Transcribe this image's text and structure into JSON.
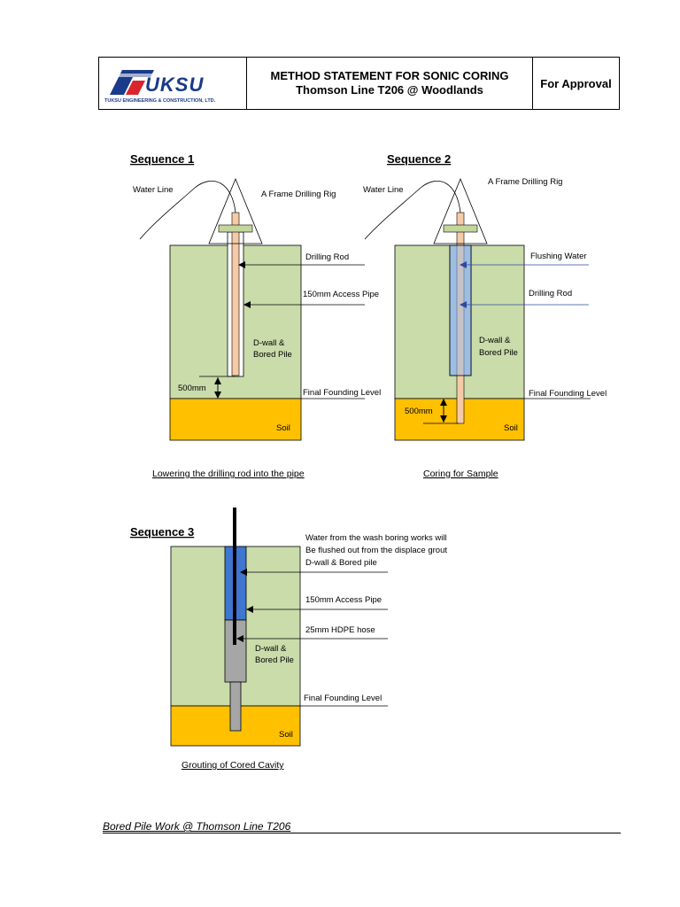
{
  "header": {
    "logo_brand": "UKSU",
    "company": "TUKSU ENGINEERING & CONSTRUCTION, LTD.",
    "title_line1": "METHOD STATEMENT FOR SONIC CORING",
    "title_line2": "Thomson Line T206 @ Woodlands",
    "status": "For Approval"
  },
  "sequence1": {
    "title": "Sequence 1",
    "water_line": "Water Line",
    "rig": "A Frame Drilling Rig",
    "drilling_rod": "Drilling Rod",
    "access_pipe": "150mm Access Pipe",
    "dwall_1": "D-wall &",
    "dwall_2": "Bored Pile",
    "dim": "500mm",
    "founding": "Final Founding Level",
    "soil": "Soil",
    "caption": "Lowering the drilling rod into the pipe"
  },
  "sequence2": {
    "title": "Sequence 2",
    "water_line": "Water Line",
    "rig": "A Frame Drilling Rig",
    "flushing": "Flushing Water",
    "drilling_rod": "Drilling Rod",
    "dwall_1": "D-wall &",
    "dwall_2": "Bored Pile",
    "founding": "Final Founding Level",
    "dim": "500mm",
    "soil": "Soil",
    "caption": "Coring for Sample"
  },
  "sequence3": {
    "title": "Sequence 3",
    "note_1": "Water from the wash boring works will",
    "note_2": "Be flushed out from the displace grout",
    "note_3": "D-wall & Bored pile",
    "access_pipe": "150mm Access Pipe",
    "hose": "25mm HDPE hose",
    "dwall_1": "D-wall &",
    "dwall_2": "Bored Pile",
    "founding": "Final Founding Level",
    "soil": "Soil",
    "caption": "Grouting of Cored Cavity"
  },
  "footer": {
    "text": "Bored Pile Work @ Thomson Line T206"
  },
  "colors": {
    "concrete": "#c9dcaa",
    "soil": "#ffc000",
    "rod": "#f5cba7",
    "flush": "#9dbde3",
    "water": "#3f76cf",
    "grout": "#a6a6a6",
    "rig_plate": "#c3d69b",
    "brand": "#1a3a8a"
  }
}
